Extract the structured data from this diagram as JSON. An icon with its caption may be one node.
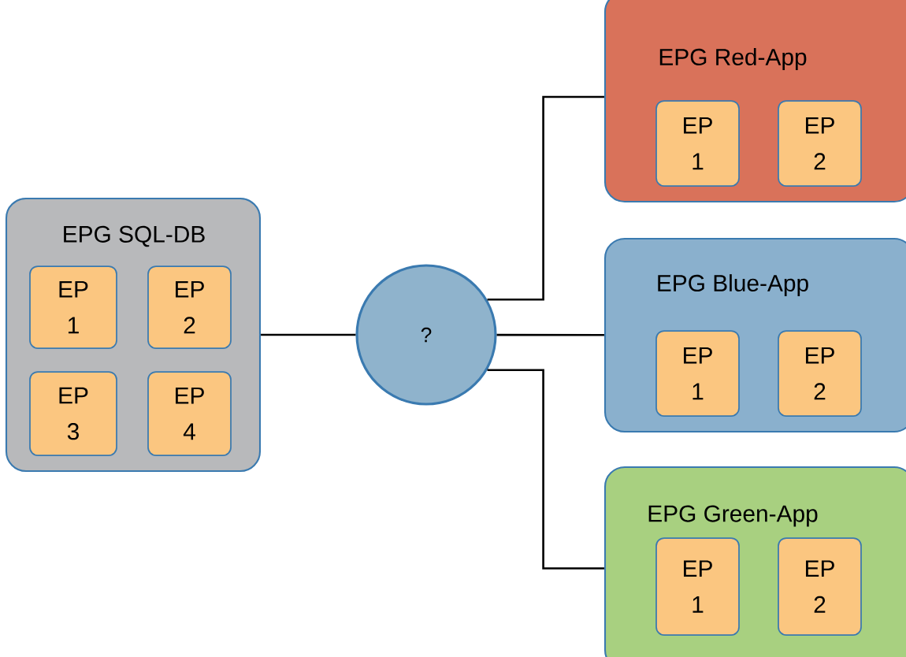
{
  "diagram": {
    "nodes": [
      {
        "text": [
          "EPG SQL-DB"
        ]
      },
      {
        "text": [
          "EP 1"
        ],
        "in": 0
      },
      {
        "text": [
          "EP 2"
        ],
        "in": 0
      },
      {
        "text": [
          "EP 3"
        ],
        "in": 0
      },
      {
        "text": [
          "EP 4"
        ],
        "in": 0
      },
      {
        "text": [
          "?"
        ]
      },
      {
        "text": [
          "EPG Red-App"
        ]
      },
      {
        "text": [
          "EP 1"
        ],
        "in": 6
      },
      {
        "text": [
          "EP 2"
        ],
        "in": 6
      },
      {
        "text": [
          "EPG Blue-App"
        ]
      },
      {
        "text": [
          "EP 1"
        ],
        "in": 9
      },
      {
        "text": [
          "EP 2"
        ],
        "in": 9
      },
      {
        "text": [
          "EPG Green-App"
        ]
      },
      {
        "text": [
          "EP 1"
        ],
        "in": 12
      },
      {
        "text": [
          "EP 2"
        ],
        "in": 12
      }
    ],
    "edges": [
      {
        "from": 0,
        "to": 5,
        "arrow": "none"
      },
      {
        "from": 5,
        "to": 6,
        "arrow": "none"
      },
      {
        "from": 5,
        "to": 9,
        "arrow": "none"
      },
      {
        "from": 5,
        "to": 12,
        "arrow": "none"
      }
    ]
  }
}
